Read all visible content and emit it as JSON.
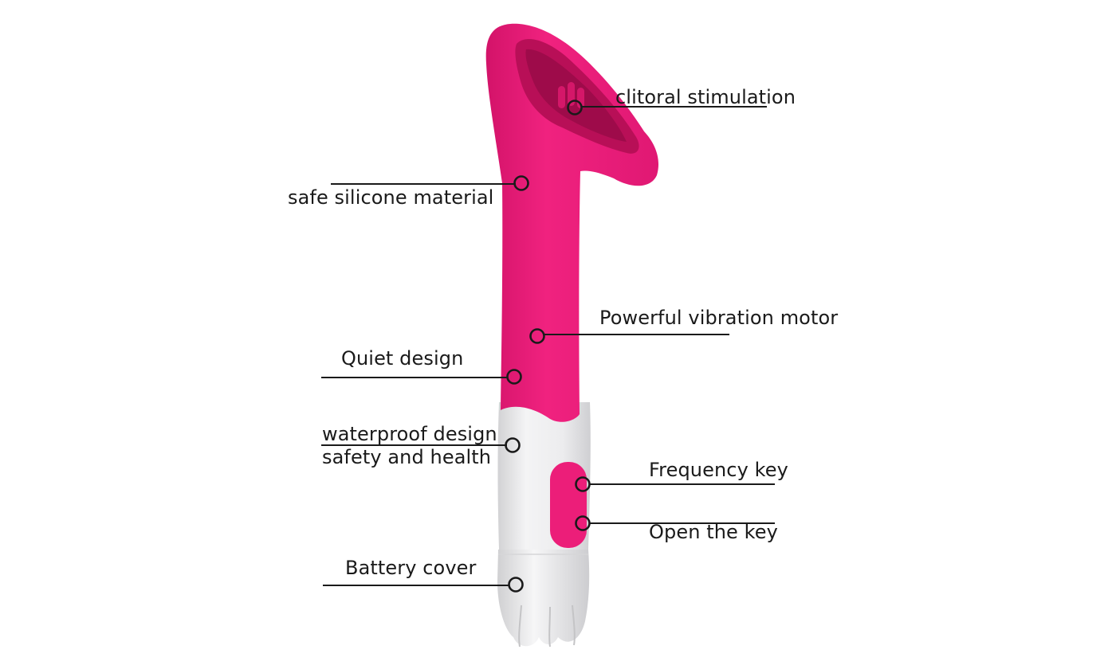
{
  "colors": {
    "body_pink": "#ec1e79",
    "body_pink_dark": "#c8105e",
    "handle_white": "#ececec",
    "handle_shadow": "#c9c9cb",
    "leader_line": "#1a1a1a",
    "label_text": "#1a1a1a",
    "background": "#ffffff"
  },
  "callouts": {
    "clitoral": {
      "label": "clitoral stimulation"
    },
    "silicone": {
      "label": "safe silicone material"
    },
    "motor": {
      "label": "Powerful vibration motor"
    },
    "quiet": {
      "label": "Quiet design"
    },
    "waterproof": {
      "label_line1": "waterproof design",
      "label_line2": "safety and health"
    },
    "frequency": {
      "label": "Frequency key"
    },
    "open": {
      "label": "Open the key"
    },
    "battery": {
      "label": "Battery cover"
    }
  }
}
